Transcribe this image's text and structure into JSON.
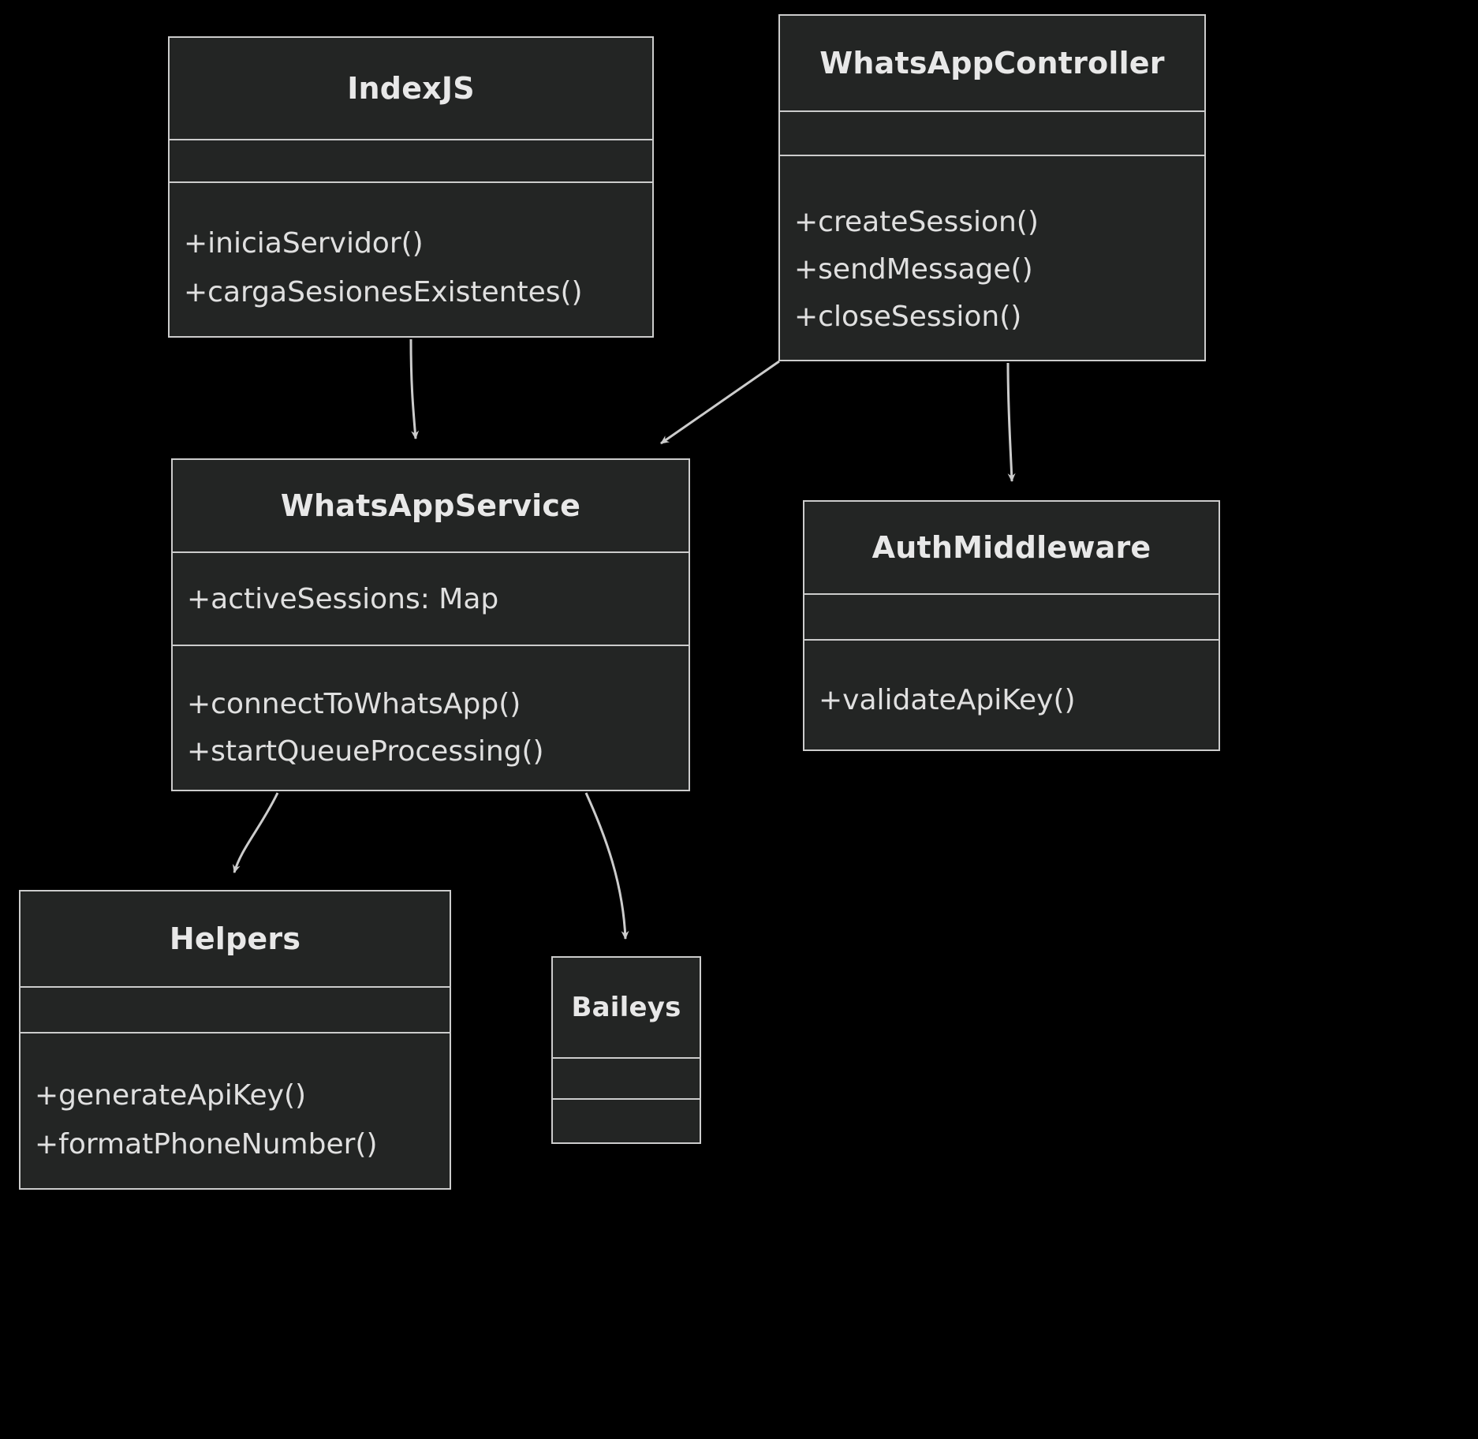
{
  "diagram": {
    "kind": "uml-class-diagram",
    "background_color": "#000000",
    "node_fill_color": "#232524",
    "node_border_color": "#CCCCCC",
    "text_color": "#E8E8E8",
    "edge_color": "#CCCCCC"
  },
  "classes": {
    "indexjs": {
      "name": "IndexJS",
      "attributes": [],
      "methods": [
        "+iniciaServidor()",
        "+cargaSesionesExistentes()"
      ]
    },
    "controller": {
      "name": "WhatsAppController",
      "attributes": [],
      "methods": [
        "+createSession()",
        "+sendMessage()",
        "+closeSession()"
      ]
    },
    "service": {
      "name": "WhatsAppService",
      "attributes": [
        "+activeSessions: Map"
      ],
      "methods": [
        "+connectToWhatsApp()",
        "+startQueueProcessing()"
      ]
    },
    "auth": {
      "name": "AuthMiddleware",
      "attributes": [],
      "methods": [
        "+validateApiKey()"
      ]
    },
    "helpers": {
      "name": "Helpers",
      "attributes": [],
      "methods": [
        "+generateApiKey()",
        "+formatPhoneNumber()"
      ]
    },
    "baileys": {
      "name": "Baileys",
      "attributes": [],
      "methods": []
    }
  },
  "edges": [
    {
      "id": "indexjs-to-service",
      "from": "IndexJS",
      "to": "WhatsAppService",
      "arrow": "open"
    },
    {
      "id": "controller-to-service",
      "from": "WhatsAppController",
      "to": "WhatsAppService",
      "arrow": "open"
    },
    {
      "id": "controller-to-auth",
      "from": "WhatsAppController",
      "to": "AuthMiddleware",
      "arrow": "open"
    },
    {
      "id": "service-to-helpers",
      "from": "WhatsAppService",
      "to": "Helpers",
      "arrow": "open"
    },
    {
      "id": "service-to-baileys",
      "from": "WhatsAppService",
      "to": "Baileys",
      "arrow": "open"
    }
  ]
}
